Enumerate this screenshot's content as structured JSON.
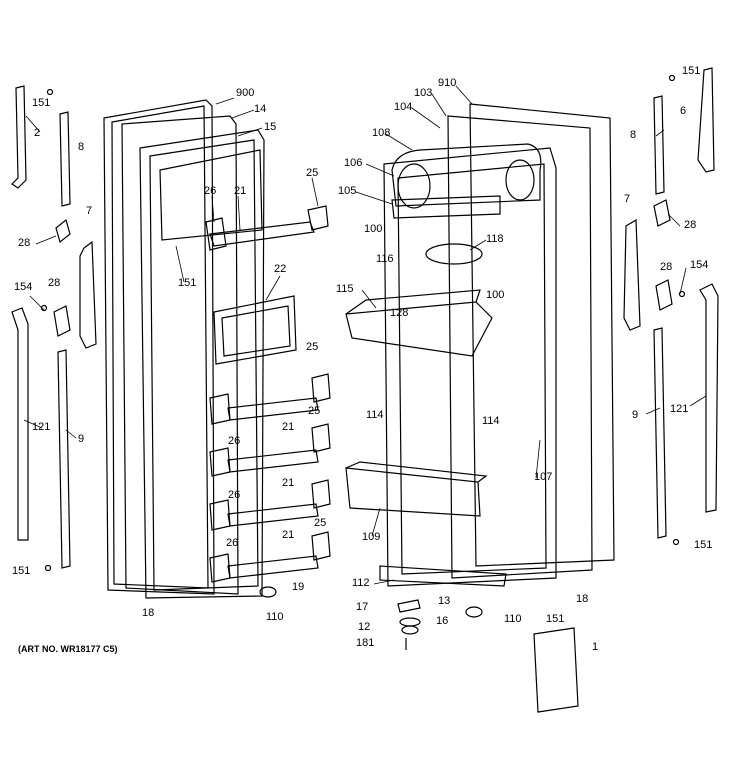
{
  "caption": "(ART NO. WR18177 C5)",
  "corner_text": "…",
  "callouts": [
    "900",
    "14",
    "15",
    "25",
    "26",
    "21",
    "22",
    "151",
    "25",
    "25",
    "26",
    "21",
    "26",
    "21",
    "25",
    "26",
    "21",
    "19",
    "18",
    "110",
    "910",
    "103",
    "104",
    "108",
    "106",
    "105",
    "100",
    "116",
    "118",
    "100",
    "115",
    "128",
    "114",
    "114",
    "107",
    "109",
    "112",
    "18",
    "13",
    "17",
    "16",
    "110",
    "151",
    "12",
    "181",
    "1",
    "151",
    "6",
    "8",
    "7",
    "28",
    "28",
    "154",
    "9",
    "121",
    "151",
    "151",
    "2",
    "8",
    "28",
    "7",
    "154",
    "28",
    "121",
    "9",
    "151"
  ]
}
